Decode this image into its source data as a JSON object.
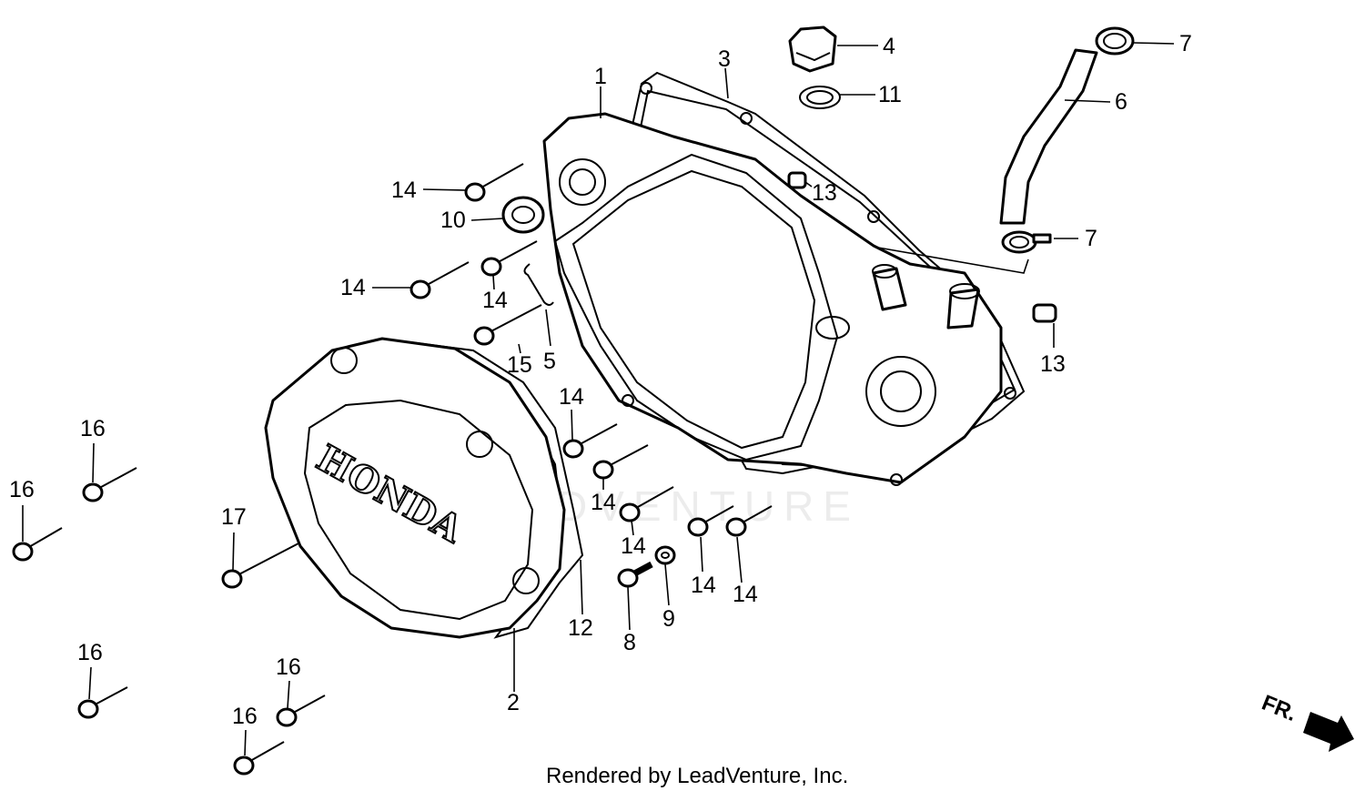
{
  "watermark": "LEADVENTURE",
  "cover_brand": "HONDA",
  "footer": "Rendered by LeadVenture, Inc.",
  "direction_label": "FR.",
  "callouts": {
    "c1": "1",
    "c2": "2",
    "c3": "3",
    "c4": "4",
    "c5": "5",
    "c6": "6",
    "c7a": "7",
    "c7b": "7",
    "c8": "8",
    "c9": "9",
    "c10": "10",
    "c11": "11",
    "c12": "12",
    "c13a": "13",
    "c13b": "13",
    "c14a": "14",
    "c14b": "14",
    "c14c": "14",
    "c14d": "14",
    "c14e": "14",
    "c14f": "14",
    "c14g": "14",
    "c14h": "14",
    "c15": "15",
    "c16a": "16",
    "c16b": "16",
    "c16c": "16",
    "c16d": "16",
    "c16e": "16",
    "c17": "17"
  }
}
